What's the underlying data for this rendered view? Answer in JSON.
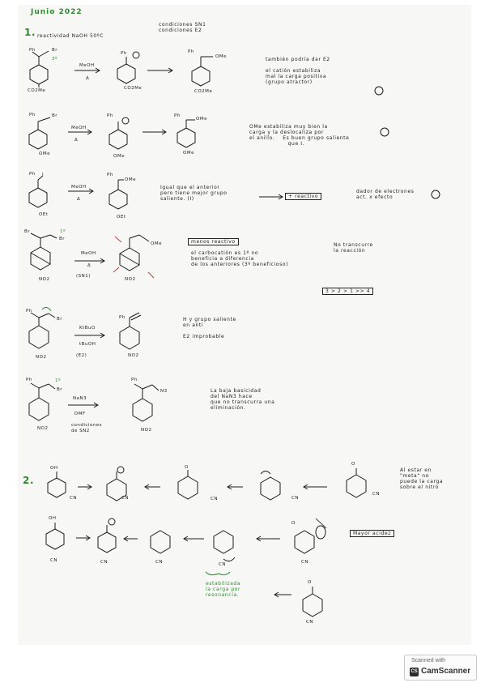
{
  "heading": "Junio 2022",
  "q1": {
    "number": "1.",
    "statement": "reactividad NaOH 50ºC",
    "note_top": "condiciones SN1\ncondiciones E2",
    "r1": {
      "reactant_groups": [
        "Ph",
        "Br",
        "3º"
      ],
      "bottom_substituent": "CO2Me",
      "reagent": "MeOH",
      "condition": "Δ",
      "product_groups": [
        "Ph",
        "OMe"
      ],
      "product_bottom": "CO2Me",
      "note": "también podría dar E2\n\nel catión estabiliza\nmal la carga positiva\n(grupo atractor)"
    },
    "r2": {
      "reactant_groups": [
        "Ph",
        "Br"
      ],
      "bottom_substituent": "OMe",
      "reagent": "MeOH",
      "condition": "Δ",
      "product_groups": [
        "Ph",
        "OMe"
      ],
      "product_bottom": "OMe",
      "note": "OMe estabiliza muy bien la\ncarga y la deslocaliza por\nel anillo.    Es buen grupo saliente\n                   que I."
    },
    "r3": {
      "reactant_groups": [
        "Ph",
        "I"
      ],
      "bottom_substituent": "OEt",
      "reagent": "MeOH",
      "condition": "Δ",
      "product_groups": [
        "Ph",
        "OMe"
      ],
      "product_bottom": "OEt",
      "note": "Igual que el anterior\npero tiene mejor grupo\nsaliente. (I)",
      "arrow_text": "+ reactivo",
      "side_note": "dador de electrones\nact. x efecto"
    },
    "r4": {
      "reactant_groups": [
        "Br",
        "Br",
        "1º"
      ],
      "bottom_substituent": "NO2",
      "reagent": "MeOH",
      "condition": "Δ",
      "condition2": "(SN1)",
      "product_group": "OMe",
      "product_bottom": "NO2",
      "boxed": "menos reactivo",
      "note": "el carbocatión es 1º no\nbeneficia a diferencia\nde los anteriores (3º beneficioso)",
      "side_note": "No transcurre\nla reacción",
      "ranking": "3 > 2 > 1 >> 4"
    },
    "r5": {
      "reactant_groups": [
        "Ph",
        "Br"
      ],
      "bottom_substituent": "NO2",
      "reagent": "KtBuO",
      "reagent2": "tBuOH",
      "condition": "(E2)",
      "product_group": "Ph",
      "product_bottom": "NO2",
      "note": "H y grupo saliente\nen anti\n\nE2 improbable"
    },
    "r6": {
      "reactant_groups": [
        "Ph",
        "Br",
        "1º"
      ],
      "bottom_substituent": "NO2",
      "reagent": "NaN3",
      "solvent": "DMF",
      "condition_text": "condiciones\nde SN2",
      "product_groups": [
        "Ph",
        "N3"
      ],
      "product_bottom": "NO2",
      "note": "La baja basicidad\ndel NaN3 hace\nque no transcurra una\neliminación."
    }
  },
  "q2": {
    "number": "2.",
    "substituent_oh": "OH",
    "substituent_cn": "CN",
    "substituent_o": "O",
    "top_note": "Al estar en\n\"meta\" no\npuede la carga\nsobre el nitro",
    "boxed": "Mayor acidez",
    "bottom_note": "estabilizada\nla carga por\nresonancia."
  },
  "watermark": {
    "line1": "Scanned with",
    "line2": "CamScanner",
    "logo": "CS"
  }
}
